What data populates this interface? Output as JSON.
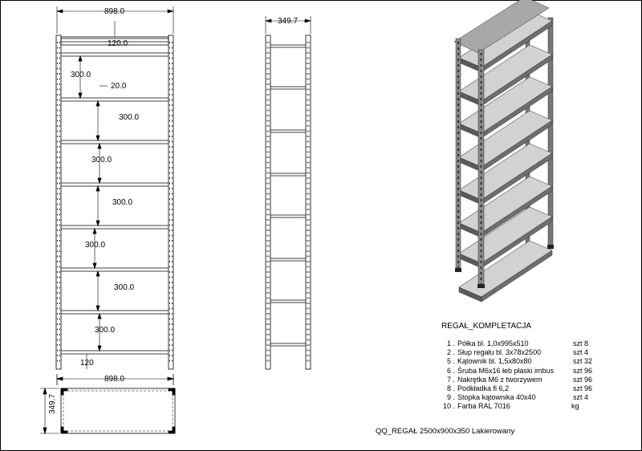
{
  "front_view": {
    "width_dim": "898.0",
    "top_dim": "120.0",
    "small_dim": "20.0",
    "bottom_dim": "120",
    "shelf_spacings": [
      "300.0",
      "300.0",
      "300.0",
      "300.0",
      "300.0",
      "300.0",
      "300.0"
    ]
  },
  "side_view": {
    "depth_dim": "349.7"
  },
  "plan_view": {
    "width_dim": "898.0",
    "depth_dim": "349.7"
  },
  "bom": {
    "title": "REGAŁ_KOMPLETACJA",
    "items": [
      {
        "no": "1 .",
        "name": "Półka  bl. 1,0x995x510",
        "qty": "szt  8"
      },
      {
        "no": "2 .",
        "name": "Słup regału    bl. 3x78x2500",
        "qty": "szt  4"
      },
      {
        "no": "5 .",
        "name": "Kątownik         bl. 1,5x80x80",
        "qty": "szt  32"
      },
      {
        "no": "6 .",
        "name": "Śruba M6x16 łeb płaski imbus",
        "qty": "szt  96"
      },
      {
        "no": "7 .",
        "name": "Nakrętka  M6 z tworzywem",
        "qty": "szt  96"
      },
      {
        "no": "8 .",
        "name": "Podkładka fi 6,2",
        "qty": "szt 96"
      },
      {
        "no": "9 .",
        "name": "Stopka kątownika 40x40",
        "qty": "szt 4"
      },
      {
        "no": "10 .",
        "name": "Farba RAL 7016",
        "qty": "kg"
      }
    ]
  },
  "footer": "QQ_REGAŁ 2500x900x350 Lakierowany"
}
